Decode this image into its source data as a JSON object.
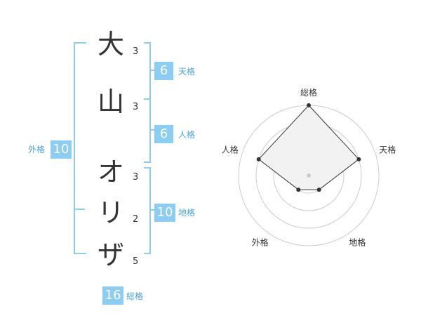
{
  "name": {
    "chars": [
      {
        "char": "大",
        "strokes": "3"
      },
      {
        "char": "山",
        "strokes": "3"
      },
      {
        "char": "オ",
        "strokes": "3"
      },
      {
        "char": "リ",
        "strokes": "2"
      },
      {
        "char": "ザ",
        "strokes": "5"
      }
    ]
  },
  "fortunes": {
    "tenkaku": {
      "value": "6",
      "label": "天格"
    },
    "jinkaku": {
      "value": "6",
      "label": "人格"
    },
    "chikaku": {
      "value": "10",
      "label": "地格"
    },
    "gaikaku": {
      "value": "10",
      "label": "外格"
    },
    "soukaku": {
      "value": "16",
      "label": "総格"
    }
  },
  "chart_data": {
    "type": "radar",
    "axes": [
      "総格",
      "天格",
      "地格",
      "外格",
      "人格"
    ],
    "values": [
      4,
      3,
      1,
      1,
      3
    ],
    "max": 4,
    "rings": 4,
    "colors": {
      "fill": "#f2f2f2",
      "line": "#333333",
      "grid": "#cccccc"
    }
  },
  "colors": {
    "accent": "#8ccdf3",
    "label": "#4aa3df"
  }
}
